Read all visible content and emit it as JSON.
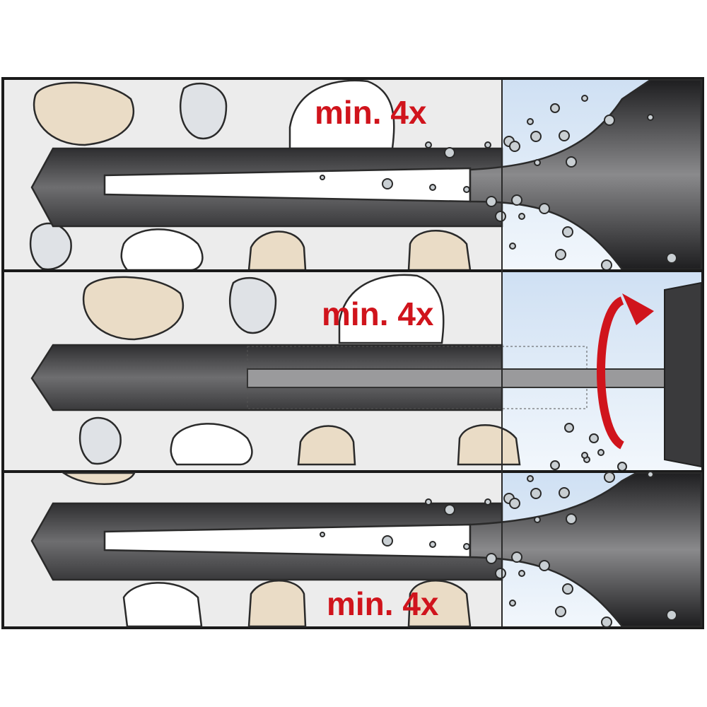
{
  "panels": [
    {
      "label": "min. 4x",
      "step": "blow-out"
    },
    {
      "label": "min. 4x",
      "step": "brush-out"
    },
    {
      "label": "min. 4x",
      "step": "blow-out"
    }
  ],
  "colors": {
    "label": "#d0141c",
    "concrete": "#ececec",
    "air": "#dbe8f5",
    "tool": "#3c3c3e"
  }
}
